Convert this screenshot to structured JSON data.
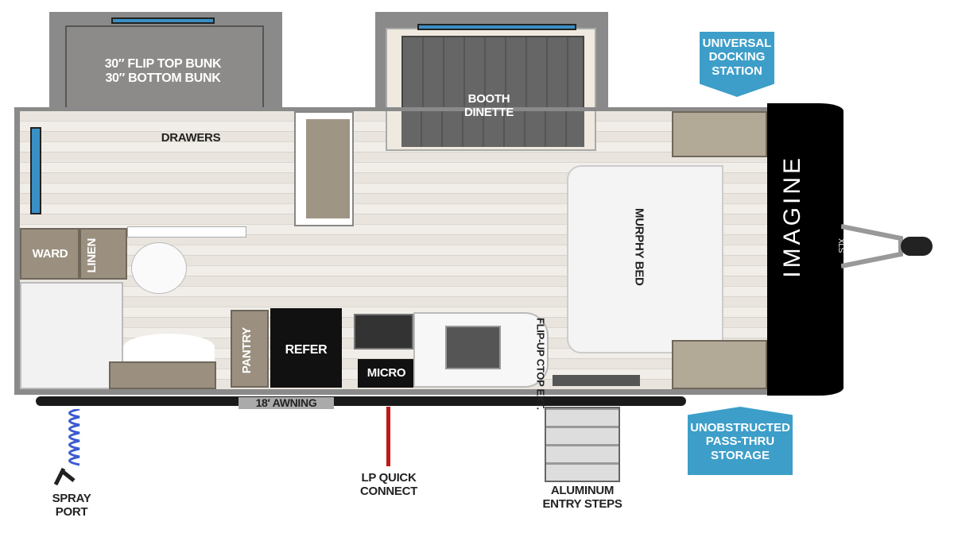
{
  "rooms": {
    "bunk": [
      "30″ FLIP TOP BUNK",
      "30″ BOTTOM BUNK"
    ],
    "drawers": "DRAWERS",
    "dinette": [
      "BOOTH",
      "DINETTE"
    ],
    "murphy_bed": "MURPHY BED",
    "ward": "WARD",
    "linen": "LINEN",
    "pantry": "PANTRY",
    "refer": "REFER",
    "micro": "MICRO",
    "flip_up": [
      "FLIP-UP",
      "CTOP EXT."
    ]
  },
  "exterior": {
    "awning": "18′ AWNING",
    "spray_port": [
      "SPRAY",
      "PORT"
    ],
    "lp": [
      "LP QUICK",
      "CONNECT"
    ],
    "steps": [
      "ALUMINUM",
      "ENTRY STEPS"
    ]
  },
  "callouts": {
    "docking": [
      "UNIVERSAL",
      "DOCKING",
      "STATION"
    ],
    "storage": [
      "UNOBSTRUCTED",
      "PASS-THRU",
      "STORAGE"
    ]
  },
  "brand": {
    "logo": "IMAGINE",
    "model": "XLS"
  },
  "colors": {
    "callout": "#3d9ec9",
    "cap": "#000000",
    "wall": "#8a8a8a"
  }
}
